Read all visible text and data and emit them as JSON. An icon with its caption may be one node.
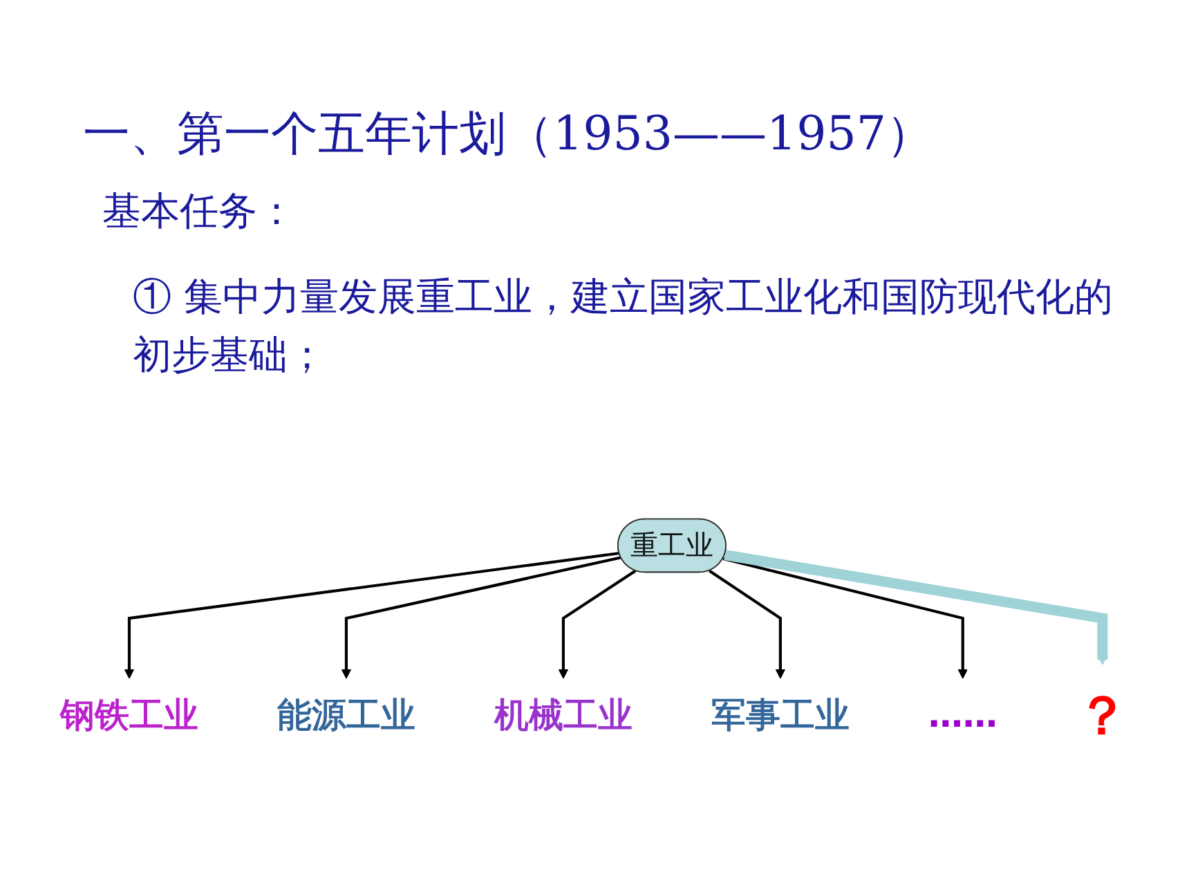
{
  "diagram": {
    "title": "一、第一个五年计划（1953——1957）",
    "nodes": [
      {
        "text": [
          "重工业"
        ]
      },
      {
        "text": [
          "？"
        ]
      },
      {
        "text": [
          "钢铁工业"
        ]
      },
      {
        "text": [
          "能源工业"
        ]
      },
      {
        "text": [
          "机械工业"
        ]
      },
      {
        "text": [
          "军事工业"
        ]
      },
      {
        "text": [
          "……"
        ]
      }
    ],
    "edges": [
      {
        "from": 0,
        "to": 2,
        "arrow": "to"
      },
      {
        "from": 0,
        "to": 3,
        "arrow": "to"
      },
      {
        "from": 0,
        "to": 4,
        "arrow": "to"
      },
      {
        "from": 0,
        "to": 5,
        "arrow": "to"
      },
      {
        "from": 0,
        "to": 6,
        "arrow": "to"
      },
      {
        "from": 0,
        "to": 1,
        "arrow": "to",
        "style": "thick",
        "color": "#9fd3d8"
      }
    ],
    "labels": [
      "基本任务：",
      "① 集中力量发展重工业，建立国家工业化和国防现代化的初步基础；"
    ]
  }
}
